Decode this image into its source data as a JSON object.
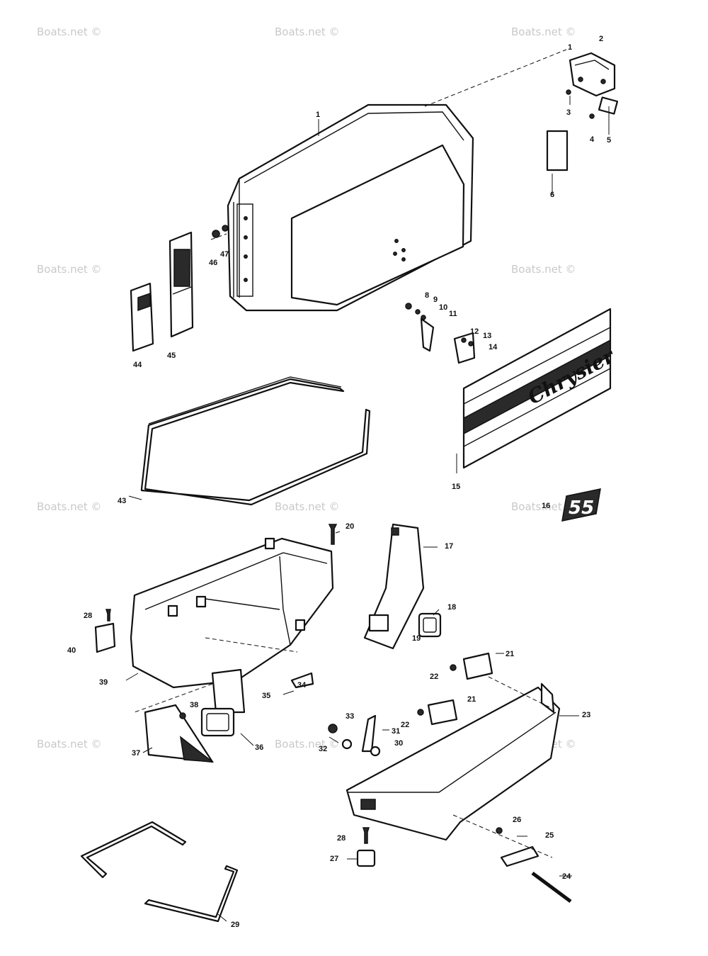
{
  "watermark": "Boats.net ©",
  "decal_brand": "Chrysier",
  "decal_model_number": "55",
  "callouts": {
    "c1": "1",
    "c1b": "1",
    "c2": "2",
    "c3": "3",
    "c4": "4",
    "c5": "5",
    "c6": "6",
    "c8": "8",
    "c9": "9",
    "c10": "10",
    "c11": "11",
    "c12": "12",
    "c13": "13",
    "c14": "14",
    "c15": "15",
    "c16": "16",
    "c17": "17",
    "c18": "18",
    "c19": "19",
    "c20": "20",
    "c21a": "21",
    "c21b": "21",
    "c22a": "22",
    "c22b": "22",
    "c23": "23",
    "c24": "24",
    "c25": "25",
    "c26": "26",
    "c27": "27",
    "c28a": "28",
    "c28b": "28",
    "c29": "29",
    "c30": "30",
    "c31": "31",
    "c32": "32",
    "c33": "33",
    "c34": "34",
    "c35": "35",
    "c36": "36",
    "c37": "37",
    "c38": "38",
    "c39": "39",
    "c40": "40",
    "c43": "43",
    "c44": "44",
    "c45": "45",
    "c46": "46",
    "c47": "47"
  }
}
